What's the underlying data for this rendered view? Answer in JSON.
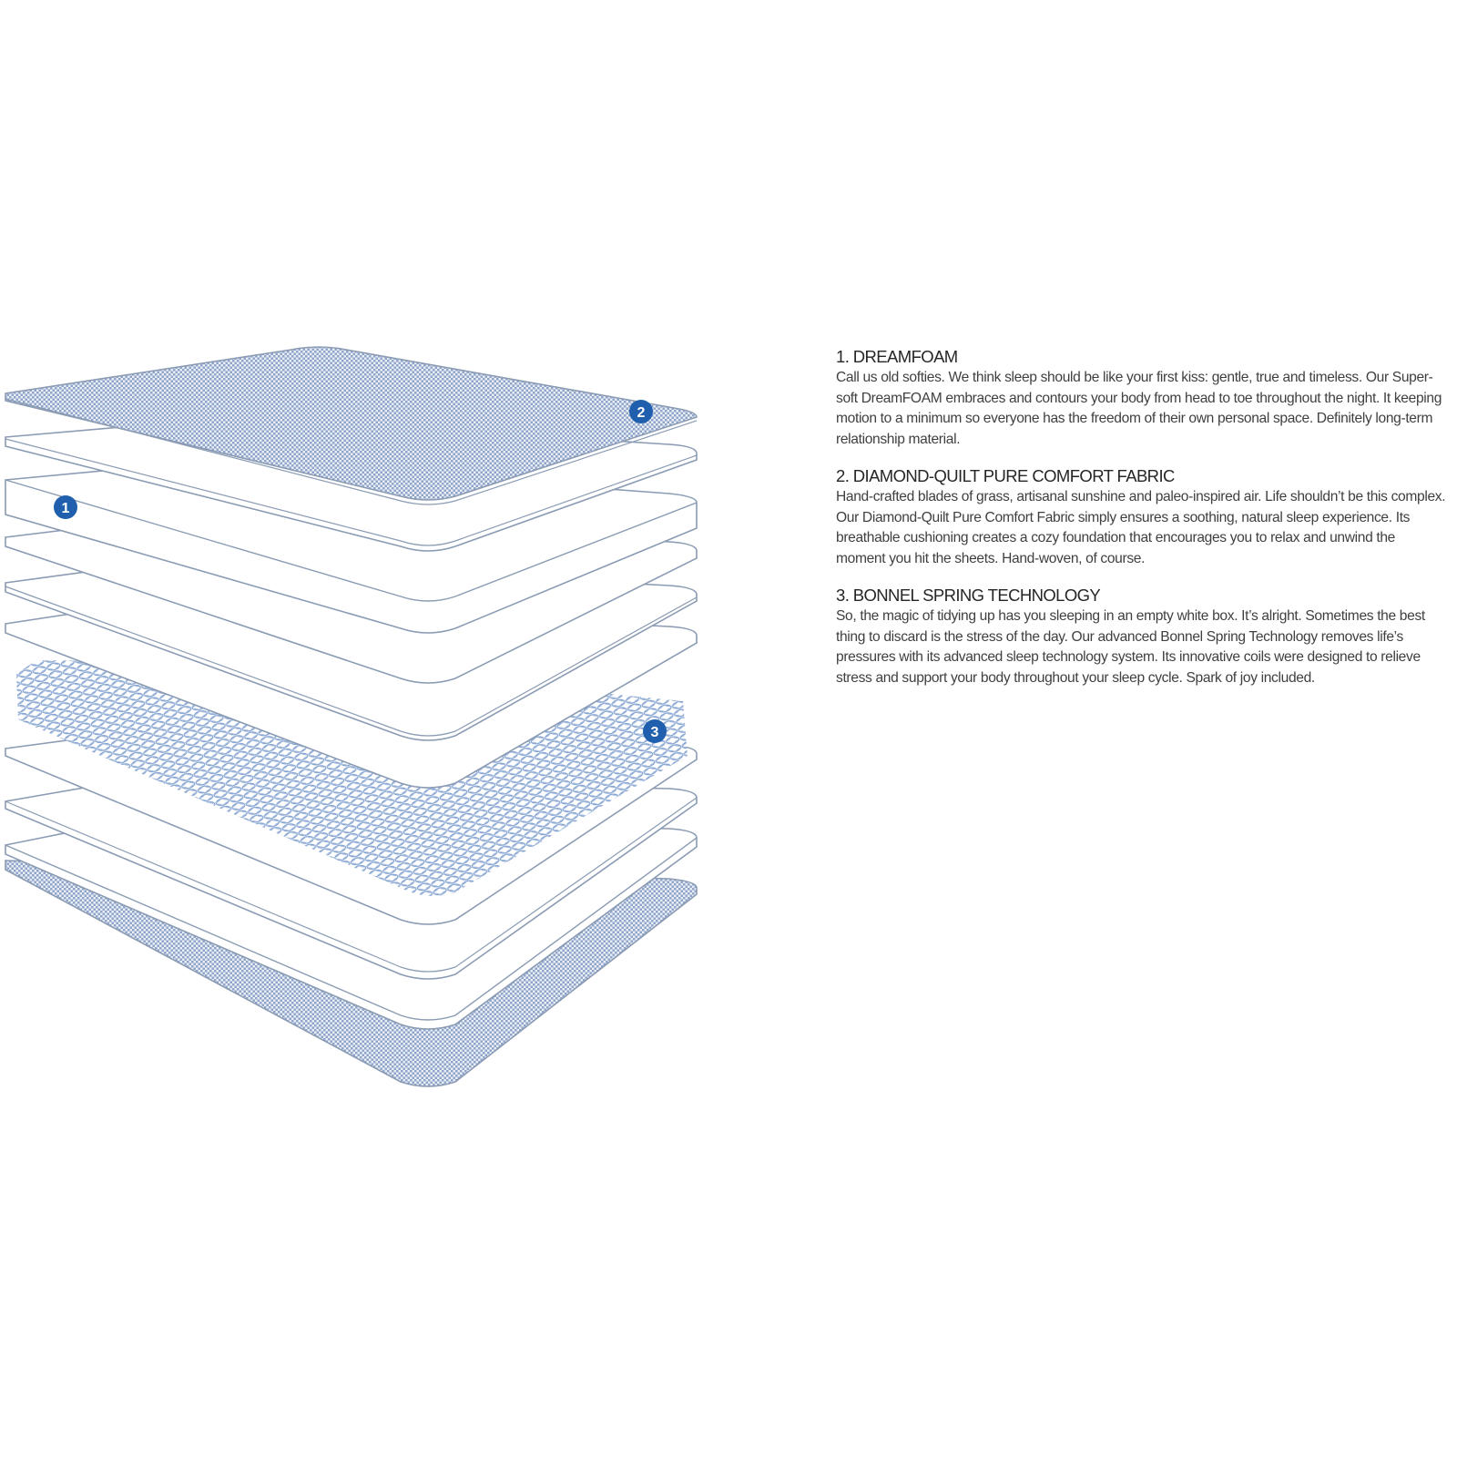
{
  "diagram": {
    "title": "Mattress layer exploded view",
    "colors": {
      "outline": "#8a9bb3",
      "fabric_pattern": "#7f97bd",
      "spring": "#6f93c9",
      "badge_fill": "#1f5fae",
      "badge_text": "#ffffff"
    },
    "badges": [
      {
        "number": "1",
        "label": "Dreamfoam layer marker"
      },
      {
        "number": "2",
        "label": "Diamond-quilt fabric marker"
      },
      {
        "number": "3",
        "label": "Bonnel spring marker"
      }
    ],
    "layers": [
      {
        "name": "top-quilted-fabric",
        "type": "quilted"
      },
      {
        "name": "thin-layer-1",
        "type": "plain"
      },
      {
        "name": "dreamfoam-layer",
        "type": "thick"
      },
      {
        "name": "thin-layer-2",
        "type": "plain"
      },
      {
        "name": "thin-layer-3",
        "type": "plain"
      },
      {
        "name": "thin-layer-4",
        "type": "plain"
      },
      {
        "name": "bonnel-spring-unit",
        "type": "springs"
      },
      {
        "name": "thin-layer-5",
        "type": "plain"
      },
      {
        "name": "thin-layer-6",
        "type": "plain"
      },
      {
        "name": "thin-layer-7",
        "type": "plain"
      },
      {
        "name": "bottom-quilted-fabric",
        "type": "quilted"
      }
    ]
  },
  "sections": [
    {
      "heading": "1. DREAMFOAM",
      "body": "Call us old softies. We think sleep should be like your first kiss: gentle, true and timeless. Our Super-soft DreamFOAM embraces and contours your body from head to toe throughout the night. It keeping motion to a minimum so everyone has the freedom of their own personal space. Definitely long-term relationship material."
    },
    {
      "heading": "2. DIAMOND-QUILT PURE COMFORT FABRIC",
      "body": "Hand-crafted blades of grass, artisanal sunshine and paleo-inspired air. Life shouldn’t be this complex. Our Diamond-Quilt Pure Comfort Fabric simply ensures a soothing, natural sleep experience. Its breathable cushioning creates a cozy foundation that encourages you to relax and unwind the moment you hit the sheets. Hand-woven, of course."
    },
    {
      "heading": "3. BONNEL SPRING TECHNOLOGY",
      "body": "So, the magic of tidying up has you sleeping in an empty white box. It’s alright. Sometimes the best thing to discard is the stress of the day. Our advanced Bonnel Spring Technology removes life’s pressures with its advanced sleep technology system. Its innovative coils were designed to relieve stress and support your body throughout your sleep cycle. Spark of joy included."
    }
  ]
}
